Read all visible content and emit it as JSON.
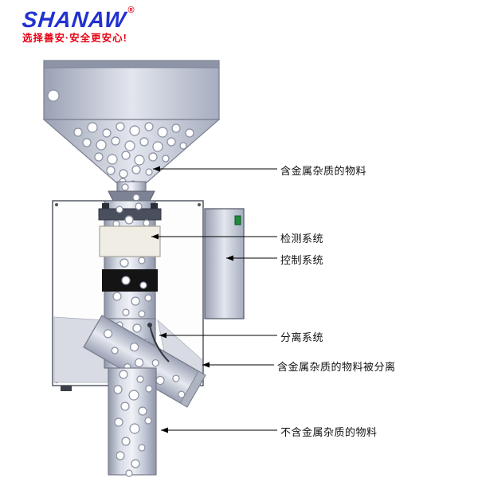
{
  "logo": {
    "brand": "SHANAW",
    "registered": "®",
    "tagline": "选择善安·安全更安心!"
  },
  "labels": [
    {
      "id": "metal-material-in",
      "text": "含金属杂质的物料"
    },
    {
      "id": "detection-system",
      "text": "检测系统"
    },
    {
      "id": "control-system",
      "text": "控制系统"
    },
    {
      "id": "separation-system",
      "text": "分离系统"
    },
    {
      "id": "metal-material-separated",
      "text": "含金属杂质的物料被分离"
    },
    {
      "id": "clean-material-out",
      "text": "不含金属杂质的物料"
    }
  ],
  "diagram": {
    "parts": [
      "feed-hopper",
      "feed-pipe",
      "detection-coil",
      "control-box",
      "separation-chute",
      "clean-material-pipe"
    ],
    "colors": {
      "brand_blue": "#2232cf",
      "accent_red": "#e60012",
      "metal_gray": "#b7bccc",
      "detector_band": "#efede4",
      "magnet_band": "#141414",
      "led_green": "#1f8a3b"
    }
  }
}
